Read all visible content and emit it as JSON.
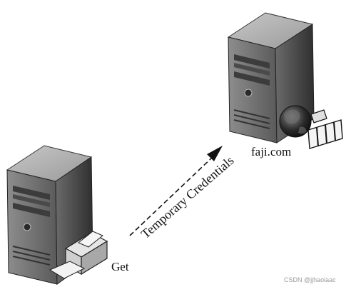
{
  "labels": {
    "get": "Get",
    "server": "faji.com",
    "arrow": "Temporary Credentials"
  },
  "watermark": "CSDN @jjhaoiaac",
  "icons": [
    "client-server-icon",
    "printer-icon",
    "remote-server-icon",
    "globe-icon",
    "film-icon",
    "arrow-icon"
  ],
  "colors": {
    "ink": "#111111",
    "server_mid": "#6a6a6a",
    "server_dark": "#3a3a3a",
    "server_light": "#b5b5b5"
  }
}
